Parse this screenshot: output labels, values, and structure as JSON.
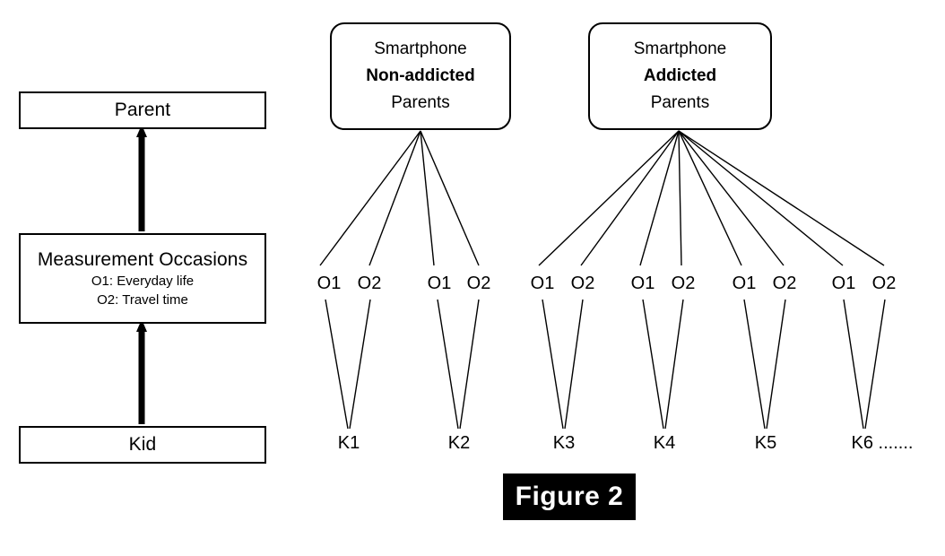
{
  "figure": {
    "caption": "Figure 2",
    "caption_bg": "#000000",
    "caption_fg": "#ffffff"
  },
  "left_panel": {
    "levels": [
      {
        "title": "Parent"
      },
      {
        "title": "Measurement Occasions",
        "sub1": "O1: Everyday life",
        "sub2": "O2: Travel time"
      },
      {
        "title": "Kid"
      }
    ]
  },
  "right_panel": {
    "groups": [
      {
        "line1": "Smartphone",
        "line2": "Non-addicted",
        "line3": "Parents",
        "occasions": [
          "O1",
          "O2",
          "O1",
          "O2"
        ],
        "kids": [
          "K1",
          "K2"
        ]
      },
      {
        "line1": "Smartphone",
        "line2": "Addicted",
        "line3": "Parents",
        "occasions": [
          "O1",
          "O2",
          "O1",
          "O2",
          "O1",
          "O2",
          "O1",
          "O2"
        ],
        "kids": [
          "K3",
          "K4",
          "K5",
          "K6 ......."
        ]
      }
    ]
  },
  "colors": {
    "stroke": "#000000",
    "fill": "#ffffff"
  }
}
